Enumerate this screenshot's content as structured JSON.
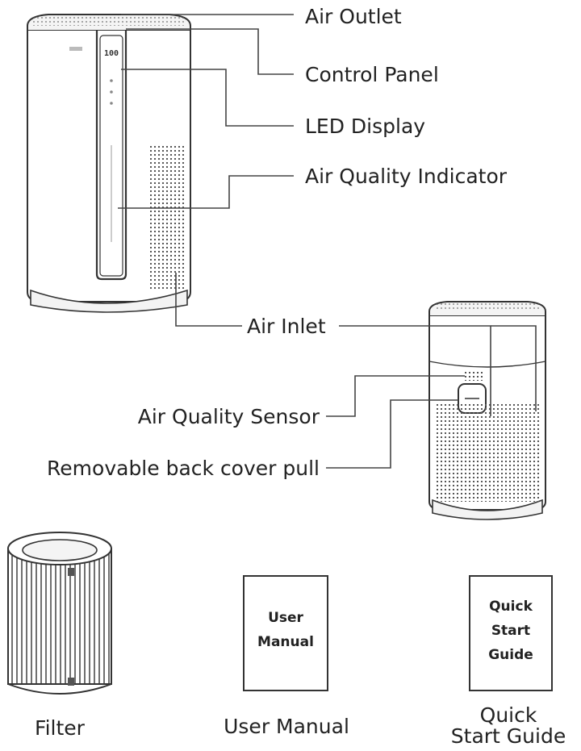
{
  "callouts": {
    "air_outlet": "Air Outlet",
    "control_panel": "Control Panel",
    "led_display": "LED Display",
    "air_quality_indicator": "Air Quality Indicator",
    "air_inlet": "Air Inlet",
    "air_quality_sensor": "Air Quality Sensor",
    "back_cover_pull": "Removable back cover pull"
  },
  "display_readout": "100",
  "contents": {
    "filter": "Filter",
    "user_manual": "User Manual",
    "quick_start_line1": "Quick",
    "quick_start_line2": "Start Guide"
  },
  "books": {
    "user_manual_cover": [
      "User",
      "Manual"
    ],
    "quick_start_cover": [
      "Quick",
      "Start",
      "Guide"
    ]
  },
  "colors": {
    "line": "#444444",
    "ink": "#222222"
  }
}
